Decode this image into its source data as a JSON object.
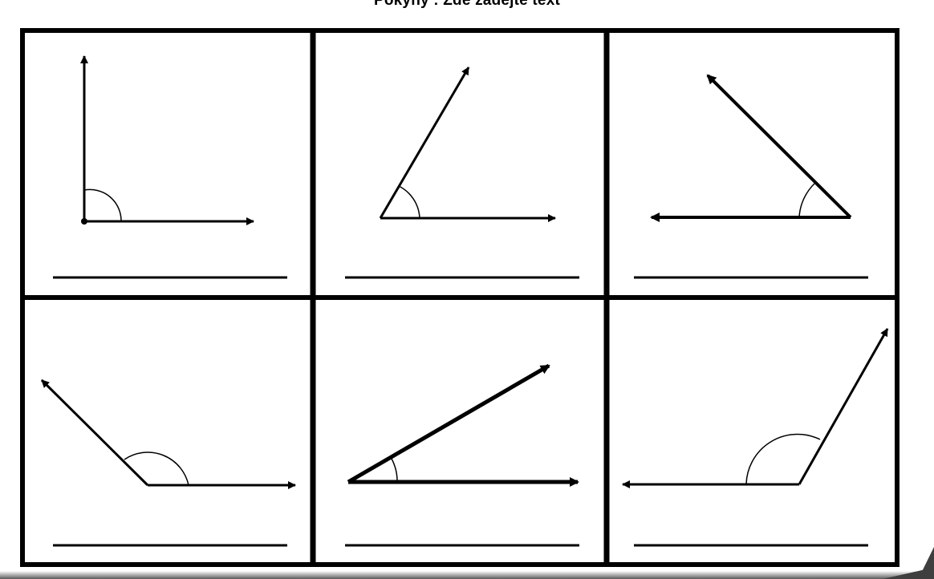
{
  "heading": "Pokyny : Zde zadejte text",
  "colors": {
    "ink": "#000000",
    "paper": "#ffffff"
  },
  "cells": [
    {
      "id": "right-angle",
      "answer": ""
    },
    {
      "id": "acute-angle",
      "answer": ""
    },
    {
      "id": "acute-angle-reversed",
      "answer": ""
    },
    {
      "id": "obtuse-angle",
      "answer": ""
    },
    {
      "id": "narrow-acute-angle",
      "answer": ""
    },
    {
      "id": "obtuse-angle-reversed",
      "answer": ""
    }
  ]
}
